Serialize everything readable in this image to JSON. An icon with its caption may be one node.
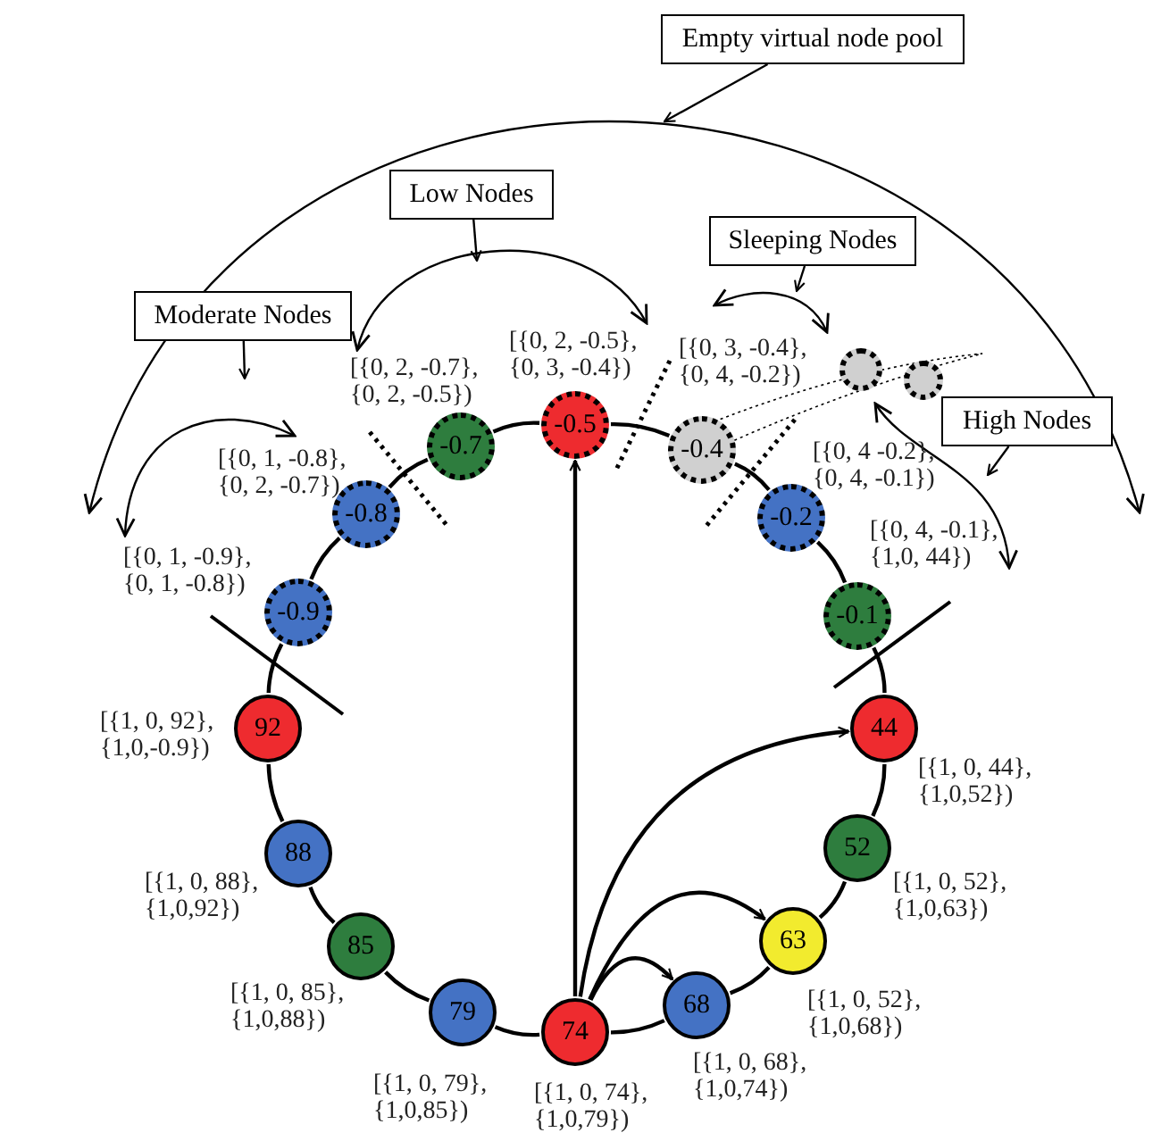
{
  "diagram": {
    "nodes": [
      {
        "text": [
          "Empty virtual node pool"
        ]
      },
      {
        "text": [
          "Low Nodes"
        ]
      },
      {
        "text": [
          "Moderate Nodes"
        ]
      },
      {
        "text": [
          "Sleeping Nodes"
        ]
      },
      {
        "text": [
          "High Nodes"
        ]
      },
      {
        "text": [],
        "shape": "circle"
      },
      {
        "text": [],
        "shape": "circle"
      },
      {
        "text": [
          "-0.9"
        ],
        "beside": [
          "[{0, 1, -0.9}, {0, 1, -0.8})"
        ]
      },
      {
        "text": [
          "-0.8"
        ],
        "beside": [
          "[{0, 1, -0.8}, {0, 2, -0.7})"
        ]
      },
      {
        "text": [
          "-0.7"
        ],
        "beside": [
          "[{0, 2, -0.7}, {0, 2, -0.5})"
        ]
      },
      {
        "text": [
          "-0.5"
        ],
        "beside": [
          "[{0, 2, -0.5}, {0, 3, -0.4})"
        ]
      },
      {
        "text": [
          "-0.4"
        ],
        "beside": [
          "[{0, 3, -0.4}, {0, 4, -0.2})"
        ]
      },
      {
        "text": [
          "-0.2"
        ],
        "beside": [
          "[{0, 4 -0.2}, {0, 4, -0.1})"
        ]
      },
      {
        "text": [
          "-0.1"
        ],
        "beside": [
          "[{0, 4, -0.1}, {1,0, 44})"
        ]
      },
      {
        "text": [
          "44"
        ],
        "beside": [
          "[{1, 0, 44}, {1,0,52})"
        ]
      },
      {
        "text": [
          "52"
        ],
        "beside": [
          "[{1, 0, 52}, {1,0,63})"
        ]
      },
      {
        "text": [
          "63"
        ],
        "beside": [
          "[{1, 0, 52}, {1,0,68})"
        ]
      },
      {
        "text": [
          "68"
        ],
        "beside": [
          "[{1, 0, 68}, {1,0,74})"
        ]
      },
      {
        "text": [
          "74"
        ],
        "beside": [
          "[{1, 0, 74}, {1,0,79})"
        ]
      },
      {
        "text": [
          "79"
        ],
        "beside": [
          "[{1, 0, 79}, {1,0,85})"
        ]
      },
      {
        "text": [
          "85"
        ],
        "beside": [
          "[{1, 0, 85}, {1,0,88})"
        ]
      },
      {
        "text": [
          "88"
        ],
        "beside": [
          "[{1, 0, 88}, {1,0,92})"
        ]
      },
      {
        "text": [
          "92"
        ],
        "beside": [
          "[{1, 0, 92}, {1,0,-0.9})"
        ]
      }
    ],
    "edges": [
      {
        "from": 7,
        "to": 8,
        "arrow": "none"
      },
      {
        "from": 8,
        "to": 9,
        "arrow": "none"
      },
      {
        "from": 9,
        "to": 10,
        "arrow": "none"
      },
      {
        "from": 10,
        "to": 11,
        "arrow": "none"
      },
      {
        "from": 11,
        "to": 12,
        "arrow": "none"
      },
      {
        "from": 12,
        "to": 13,
        "arrow": "none"
      },
      {
        "from": 13,
        "to": 14,
        "arrow": "none"
      },
      {
        "from": 14,
        "to": 15,
        "arrow": "none"
      },
      {
        "from": 15,
        "to": 16,
        "arrow": "none"
      },
      {
        "from": 16,
        "to": 17,
        "arrow": "none"
      },
      {
        "from": 17,
        "to": 18,
        "arrow": "none"
      },
      {
        "from": 18,
        "to": 19,
        "arrow": "none"
      },
      {
        "from": 19,
        "to": 20,
        "arrow": "none"
      },
      {
        "from": 20,
        "to": 21,
        "arrow": "none"
      },
      {
        "from": 21,
        "to": 22,
        "arrow": "none"
      },
      {
        "from": 22,
        "to": 7,
        "arrow": "none"
      },
      {
        "from": 18,
        "to": 10,
        "arrow": "to"
      },
      {
        "from": 18,
        "to": 14,
        "arrow": "to"
      },
      {
        "from": 18,
        "to": 16,
        "arrow": "to"
      },
      {
        "from": 18,
        "to": 17,
        "arrow": "to"
      },
      {
        "from": 0,
        "to": null,
        "arrow": "to"
      },
      {
        "from": 1,
        "to": null,
        "arrow": "to"
      },
      {
        "from": 2,
        "to": null,
        "arrow": "to"
      },
      {
        "from": 3,
        "to": null,
        "arrow": "to"
      },
      {
        "from": 4,
        "to": null,
        "arrow": "to"
      },
      {
        "from": 9,
        "to": 10,
        "arrow": "both"
      },
      {
        "from": 7,
        "to": 8,
        "arrow": "both"
      },
      {
        "from": 11,
        "to": 5,
        "arrow": "both"
      },
      {
        "from": 5,
        "to": 13,
        "arrow": "both"
      }
    ]
  }
}
